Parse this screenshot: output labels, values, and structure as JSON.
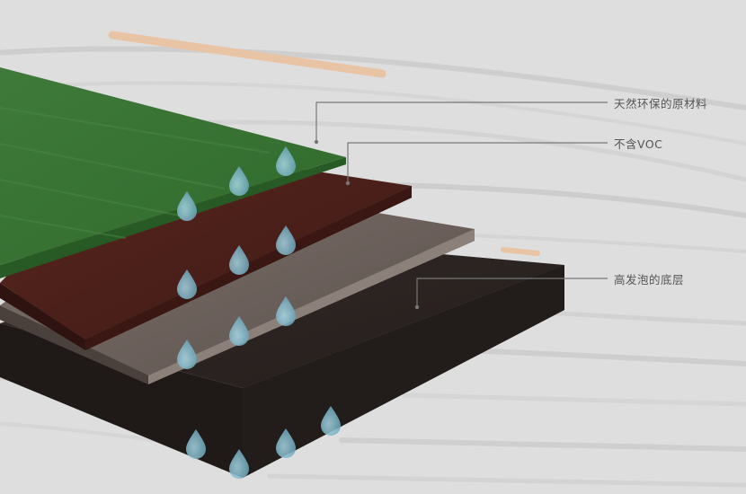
{
  "callouts": [
    {
      "id": "eco-material",
      "label": "天然环保的原材料"
    },
    {
      "id": "no-voc",
      "label": "不含VOC"
    },
    {
      "id": "high-foam-base",
      "label": "高发泡的底层"
    }
  ],
  "layers": [
    {
      "name": "green-surface-layer",
      "color": "#3f7a3a"
    },
    {
      "name": "red-brown-layer",
      "color": "#4a1e18"
    },
    {
      "name": "grey-brown-layer",
      "color": "#6e625d"
    },
    {
      "name": "dark-foam-base-layer",
      "color": "#2a2321"
    }
  ],
  "colors": {
    "background": "#dedede",
    "accent_stroke": "#e9c4a4",
    "water_drop": "#7fb6c8",
    "leader_line": "#777777"
  }
}
